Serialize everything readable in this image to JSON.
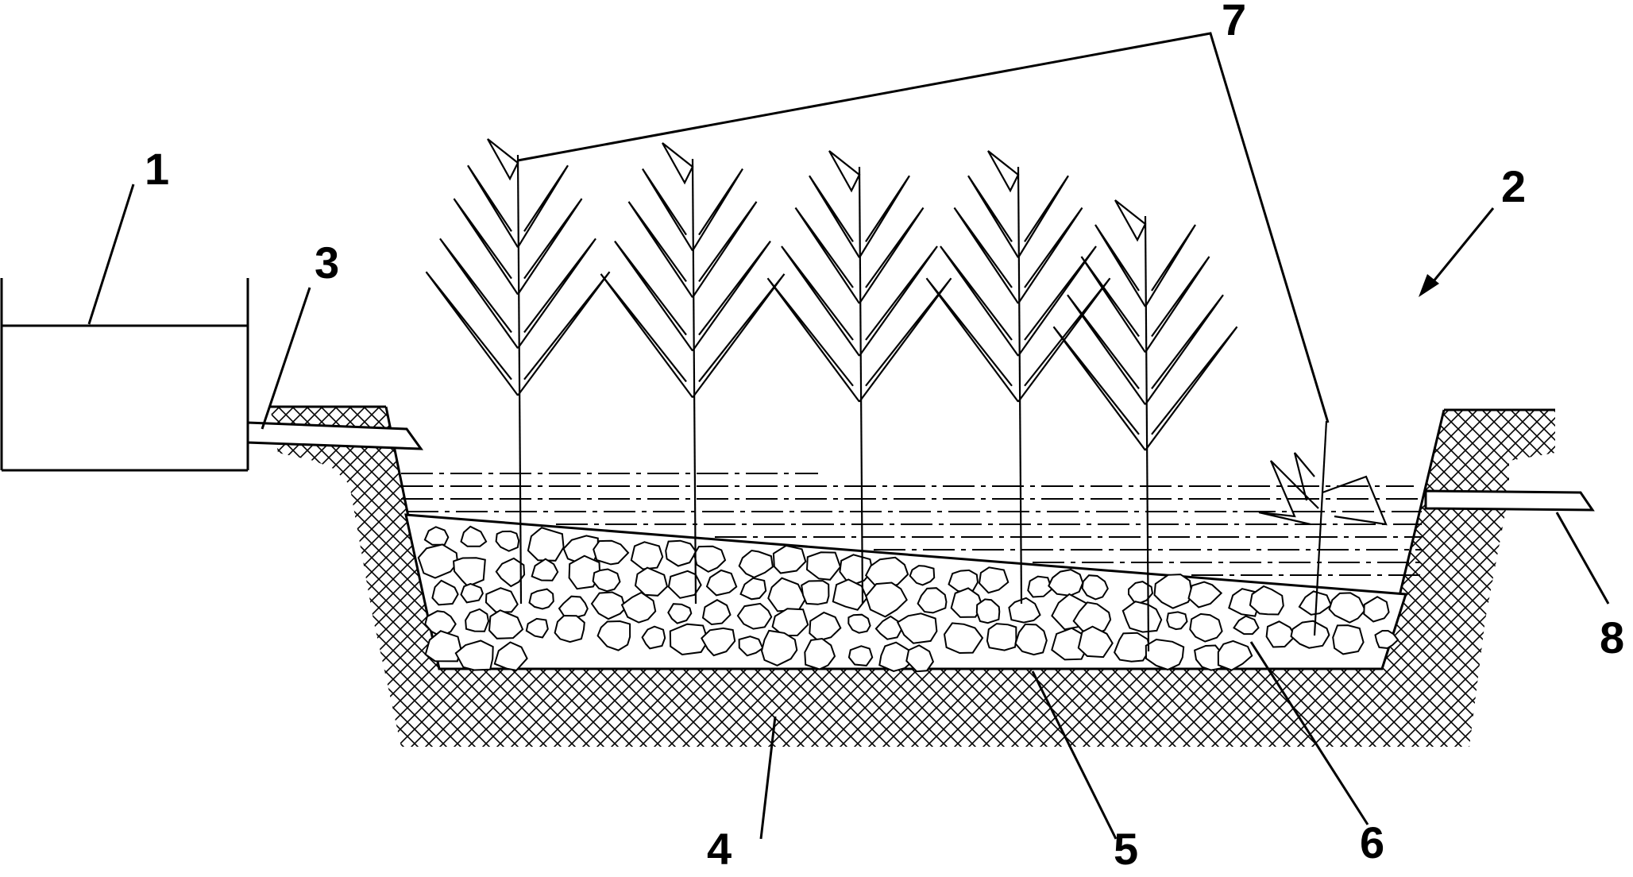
{
  "labels": {
    "tank": "1",
    "wetland": "2",
    "inlet_pipe": "3",
    "soil_base": "4",
    "gravel_bottom": "5",
    "gravel_fill": "6",
    "plants": "7",
    "outlet_pipe": "8"
  },
  "colors": {
    "line": "#000000",
    "background": "#ffffff"
  }
}
